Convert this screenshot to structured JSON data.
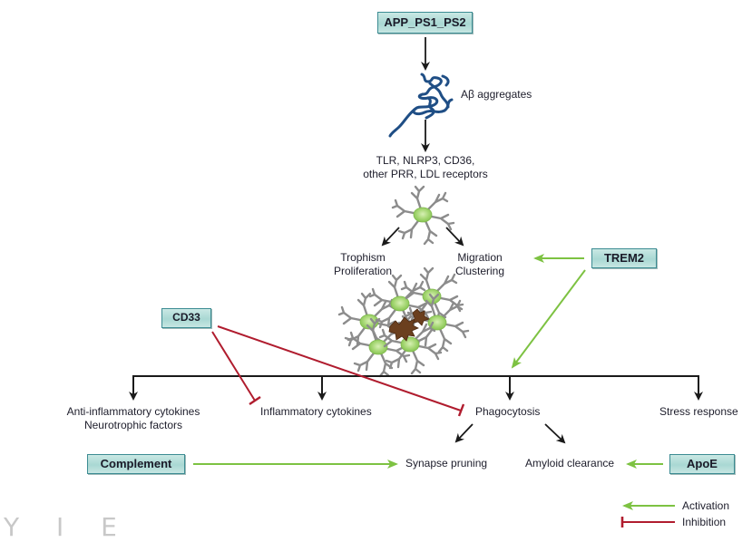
{
  "title": "Microglial responses to Aβ aggregates in Alzheimer's disease",
  "nodes": {
    "app_ps1_ps2": "APP_PS1_PS2",
    "ab_aggregates": "Aβ aggregates",
    "receptors_line1": "TLR, NLRP3, CD36,",
    "receptors_line2": "other PRR, LDL receptors",
    "trophism_line1": "Trophism",
    "trophism_line2": "Proliferation",
    "migration_line1": "Migration",
    "migration_line2": "Clustering",
    "trem2": "TREM2",
    "cd33": "CD33",
    "anti_inflam_line1": "Anti-inflammatory  cytokines",
    "anti_inflam_line2": "Neurotrophic factors",
    "inflam_cytokines": "Inflammatory  cytokines",
    "phagocytosis": "Phagocytosis",
    "stress_response": "Stress response",
    "complement": "Complement",
    "synapse_pruning": "Synapse  pruning",
    "amyloid_clearance": "Amyloid  clearance",
    "apoe": "ApoE"
  },
  "edges": [
    {
      "from": "APP_PS1_PS2",
      "to": "Aβ aggregates",
      "type": "flow"
    },
    {
      "from": "Aβ aggregates",
      "to": "receptors",
      "type": "flow"
    },
    {
      "from": "microglia",
      "to": "Trophism/Proliferation",
      "type": "flow"
    },
    {
      "from": "microglia",
      "to": "Migration/Clustering",
      "type": "flow"
    },
    {
      "from": "TREM2",
      "to": "Migration/Clustering",
      "type": "activation"
    },
    {
      "from": "TREM2",
      "to": "Phagocytosis",
      "type": "activation"
    },
    {
      "from": "CD33",
      "to": "Inflammatory cytokines",
      "type": "inhibition"
    },
    {
      "from": "CD33",
      "to": "Phagocytosis",
      "type": "inhibition"
    },
    {
      "from": "Phagocytosis",
      "to": "Synapse pruning",
      "type": "flow"
    },
    {
      "from": "Phagocytosis",
      "to": "Amyloid clearance",
      "type": "flow"
    },
    {
      "from": "Complement",
      "to": "Synapse pruning",
      "type": "activation"
    },
    {
      "from": "ApoE",
      "to": "Amyloid clearance",
      "type": "activation"
    }
  ],
  "legend": {
    "activation": "Activation",
    "inhibition": "Inhibition"
  },
  "colors": {
    "activation": "#7dc242",
    "inhibition": "#b01c2e",
    "flow": "#1a1a1a",
    "box_fill": "#b5ddd8",
    "box_border": "#3c8c93",
    "amyloid": "#1f4e85",
    "microglia_body": "#9fd36a",
    "microglia_process": "#8a8a8a",
    "plaque": "#6b3f1e"
  },
  "watermark": "Y I E"
}
